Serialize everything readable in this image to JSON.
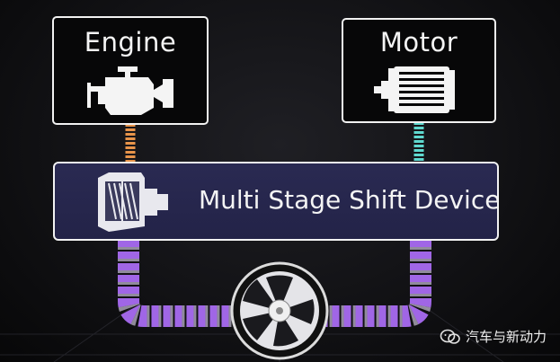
{
  "engine": {
    "title": "Engine",
    "icon": "engine-icon"
  },
  "motor": {
    "title": "Motor",
    "icon": "electric-motor-icon"
  },
  "shift_device": {
    "label": "Multi Stage Shift Device",
    "icon": "transmission-icon"
  },
  "wheel": {
    "icon": "wheel-icon"
  },
  "watermark": {
    "text": "汽车与新动力",
    "icon": "wechat-icon"
  },
  "colors": {
    "engine_link": "#e8944a",
    "motor_link": "#5fd8cf",
    "drive_link": "#a066e6",
    "panel_fill": "#26264c",
    "outline": "#f2f2f2"
  }
}
